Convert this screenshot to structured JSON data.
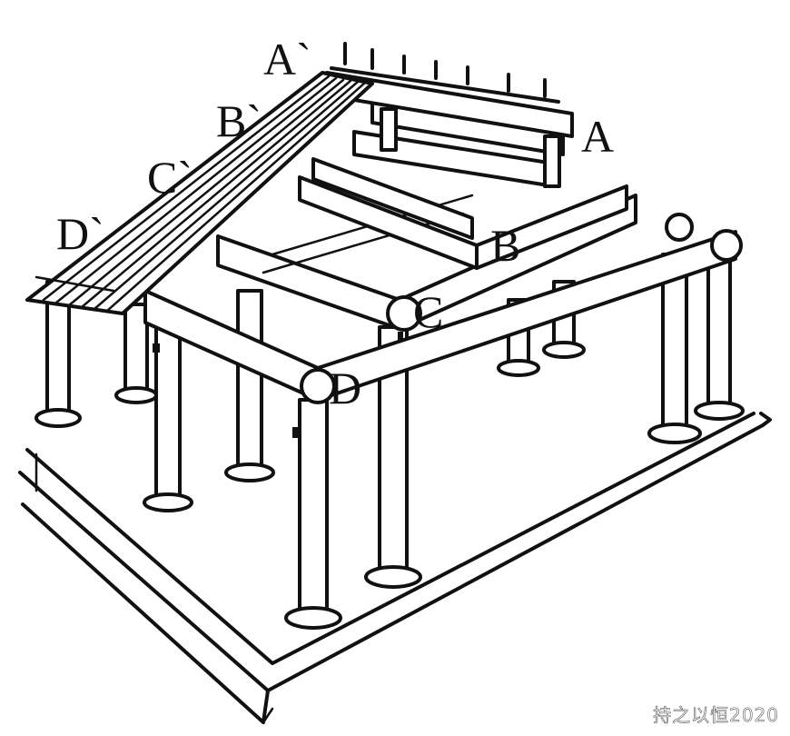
{
  "labels": {
    "a_prime": "A`",
    "a": "A",
    "b_prime": "B`",
    "b": "B",
    "c_prime": "C`",
    "c": "C",
    "d_prime": "D`",
    "d": "D"
  },
  "watermark": "持之以恒2020",
  "colors": {
    "ink": "#111111",
    "paper": "#ffffff"
  }
}
